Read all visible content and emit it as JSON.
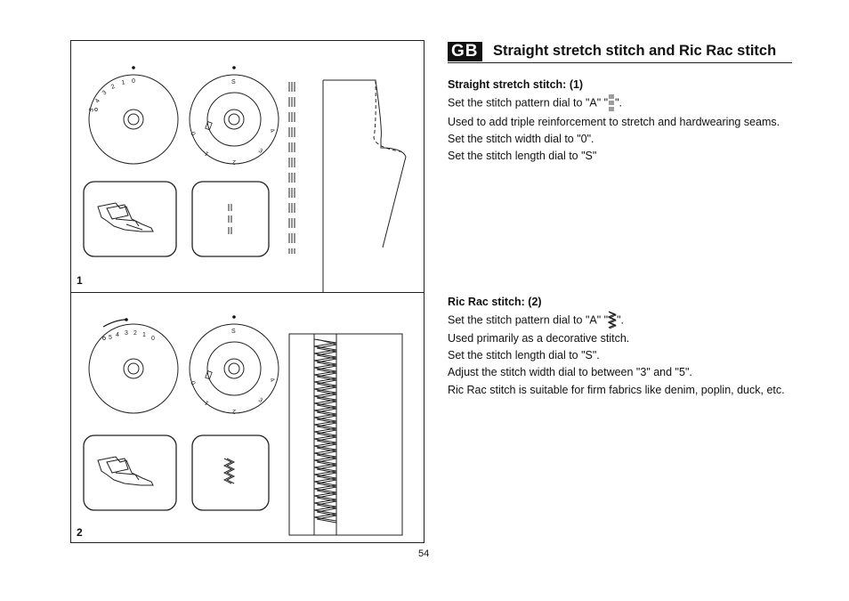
{
  "badge": "GB",
  "title": "Straight stretch stitch and Ric Rac stitch",
  "page_number": "54",
  "figures": [
    {
      "label": "1"
    },
    {
      "label": "2"
    }
  ],
  "dial_labels": {
    "width_dial_1": [
      "5",
      "4",
      "3",
      "2",
      "1",
      "0"
    ],
    "width_dial_2": [
      "5",
      "4",
      "3",
      "2",
      "1",
      "0"
    ],
    "length_dial": [
      "S",
      "4",
      "3",
      "2",
      "1",
      "0"
    ]
  },
  "straight": {
    "subtitle": "Straight stretch stitch: (1)",
    "line1_before": "Set the stitch pattern dial to \"A\" \"",
    "line1_after": "\".",
    "line2": "Used to add triple reinforcement to stretch and hardwearing seams.",
    "line3": "Set the stitch width dial to \"0\".",
    "line4": "Set the stitch length dial to \"S\""
  },
  "ricrac": {
    "subtitle": "Ric Rac stitch: (2)",
    "line1_before": "Set the stitch pattern dial to \"A\" \"",
    "line1_after": "\".",
    "line2": "Used primarily as a decorative stitch.",
    "line3": "Set the stitch length dial to \"S\".",
    "line4": "Adjust the stitch width dial to between \"3\" and \"5\".",
    "line5": "Ric Rac stitch is suitable for firm fabrics like denim, poplin, duck, etc."
  },
  "icons": {
    "straight_pattern": "triple-straight-stitch-icon",
    "ricrac_pattern": "ric-rac-stitch-icon"
  }
}
